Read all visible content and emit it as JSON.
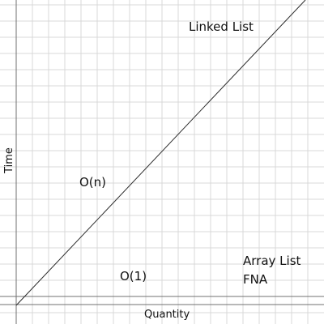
{
  "diagram": {
    "labels": {
      "linked_list": "Linked List",
      "o_n": "O(n)",
      "o_1": "O(1)",
      "array_list": "Array List",
      "fna": "FNA"
    },
    "axes": {
      "x_label": "Quantity",
      "y_label": "Time"
    },
    "colors": {
      "grid": "#d9d9d9",
      "axis": "#707070",
      "curve": "#2a2a2a",
      "background": "#ffffff"
    }
  }
}
